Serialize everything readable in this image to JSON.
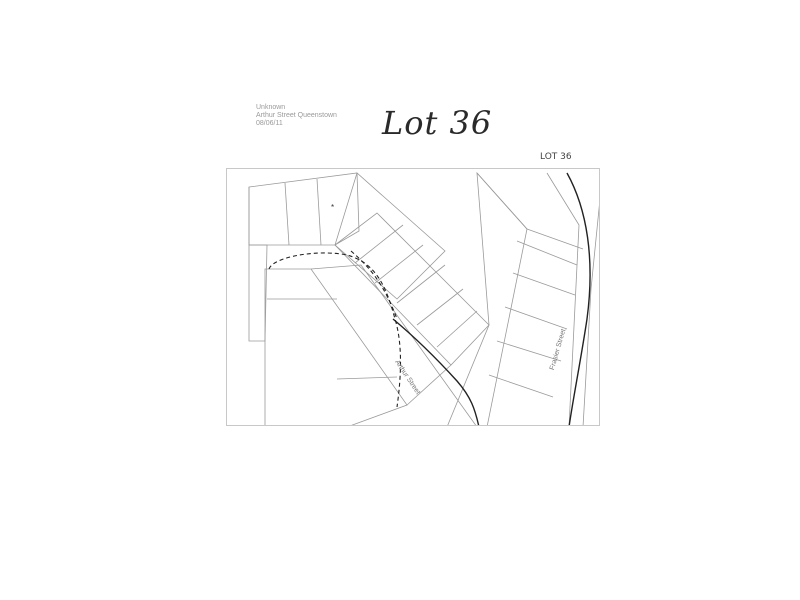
{
  "header": {
    "line1": "Unknown",
    "line2": "Arthur Street Queenstown",
    "line3": "08/06/11"
  },
  "title": "Lot 36",
  "map": {
    "annotation": "LOT 36",
    "streets": {
      "arthur": "Arthur Street",
      "frasier": "Frasier Street"
    },
    "marker": "*"
  }
}
